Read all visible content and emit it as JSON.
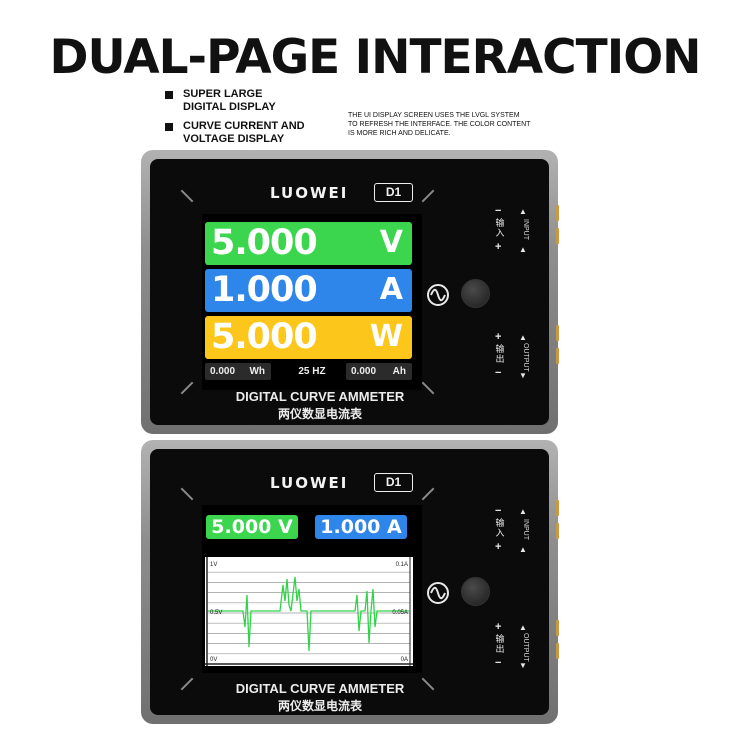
{
  "headline": "DUAL-PAGE INTERACTION",
  "features": [
    {
      "lines": [
        "SUPER LARGE",
        "DIGITAL DISPLAY"
      ]
    },
    {
      "lines": [
        "CURVE CURRENT AND",
        "VOLTAGE DISPLAY"
      ]
    }
  ],
  "note": {
    "lines": [
      "THE UI DISPLAY SCREEN USES THE LVGL SYSTEM",
      "TO REFRESH THE INTERFACE. THE COLOR CONTENT",
      "IS MORE RICH AND DELICATE."
    ]
  },
  "device": {
    "brand": "LUOWEI",
    "model": "D1",
    "label_en": "DIGITAL CURVE AMMETER",
    "label_cn": "两仪数显电流表",
    "input_cn": "输入",
    "input_en": "INPUT",
    "output_cn": "输出",
    "output_en": "OUTPUT",
    "plus": "+",
    "minus": "−",
    "arrow": "▲",
    "arrow_down": "▼"
  },
  "page1": {
    "voltage": {
      "value": "5.000",
      "unit": "V"
    },
    "current": {
      "value": "1.000",
      "unit": "A"
    },
    "power": {
      "value": "5.000",
      "unit": "W"
    },
    "energy": {
      "value": "0.000",
      "unit": "Wh"
    },
    "frequency": "25 HZ",
    "charge": {
      "value": "0.000",
      "unit": "Ah"
    }
  },
  "page2": {
    "voltage_chip": "5.000 V",
    "current_chip": "1.000 A",
    "left_axis": [
      "1V",
      "0.5V",
      "0V"
    ],
    "right_axis": [
      "0.1A",
      "0.05A",
      "0A"
    ]
  },
  "colors": {
    "voltage": "#3bd64e",
    "current": "#2f86ea",
    "power": "#fcc61a",
    "curve": "#2fd447"
  },
  "icons": {
    "dial": "sine-dial-icon",
    "knob": "knob-button-icon"
  }
}
